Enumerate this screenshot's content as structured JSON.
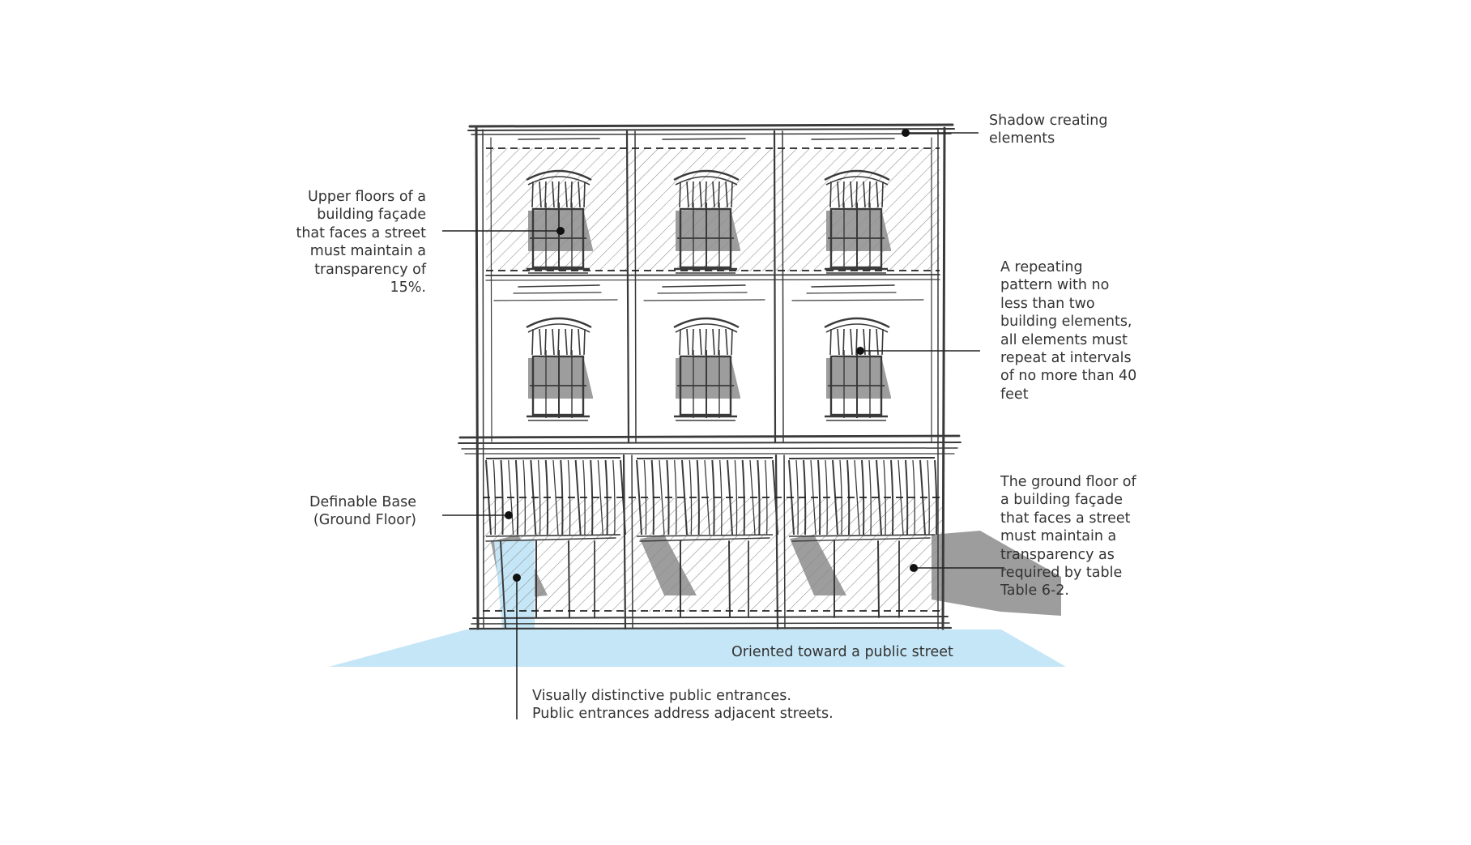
{
  "diagram": {
    "colors": {
      "line": "#3a3a3a",
      "hatch": "#8a8a8a",
      "shadow": "#8c8c8c",
      "street": "#c5e6f6",
      "entrance": "#c5e6f6",
      "text": "#333333"
    },
    "annotations": {
      "shadow": {
        "lines": [
          "Shadow creating",
          "elements"
        ]
      },
      "upper_floors": {
        "lines": [
          "Upper floors of a",
          "building façade",
          "that faces a street",
          "must maintain a",
          "transparency of",
          "15%."
        ]
      },
      "repeating": {
        "lines": [
          "A repeating",
          "pattern with no",
          "less than two",
          "building elements,",
          "all elements must",
          "repeat at intervals",
          "of no more than 40",
          "feet"
        ]
      },
      "base": {
        "lines": [
          "Definable Base",
          "(Ground Floor)"
        ]
      },
      "ground_floor": {
        "lines": [
          "The ground floor of",
          "a building façade",
          "that faces a street",
          "must maintain a",
          "transparency as",
          "required by table",
          "Table 6-2."
        ]
      },
      "street": {
        "text": "Oriented toward a public street"
      },
      "entrances": {
        "lines": [
          "Visually distinctive public entrances.",
          "Public entrances address adjacent streets."
        ]
      }
    }
  }
}
